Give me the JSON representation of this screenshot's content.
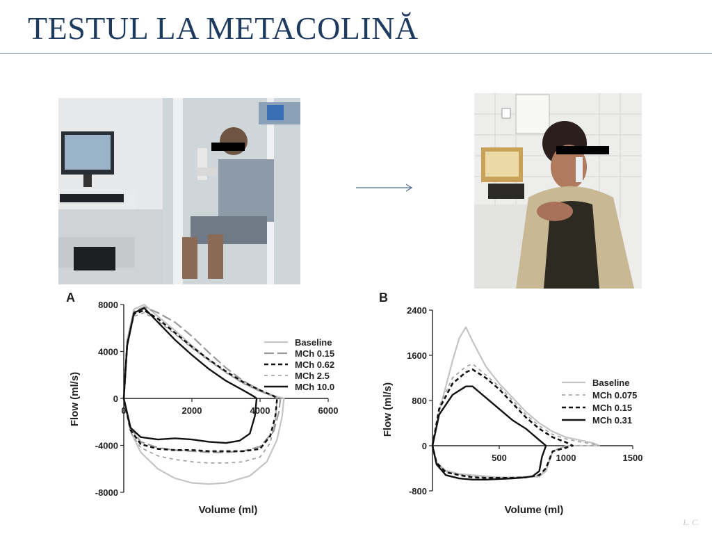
{
  "slide": {
    "title": "TESTUL LA METACOLINĂ",
    "footer": "L. C."
  },
  "photos": [
    {
      "icon": "spirometry-booth-photo"
    },
    {
      "icon": "nebulizer-patient-photo"
    }
  ],
  "colors": {
    "title": "#1f3a5f",
    "arrow": "#4f6f99",
    "series_light": "#c4c4c4",
    "series_mid": "#9a9a9a",
    "series_dark": "#111111"
  },
  "chart_data": [
    {
      "panel": "A",
      "type": "line",
      "xlabel": "Volume (ml)",
      "ylabel": "Flow (ml/s)",
      "xlim": [
        0,
        6000
      ],
      "ylim": [
        -8000,
        8000
      ],
      "xticks": [
        0,
        2000,
        4000,
        6000
      ],
      "yticks": [
        8000,
        4000,
        0,
        -4000,
        -8000
      ],
      "legend_position": "right",
      "series": [
        {
          "name": "Baseline",
          "style": "light",
          "x": [
            0,
            100,
            300,
            600,
            1000,
            1500,
            2000,
            2500,
            3000,
            3500,
            4000,
            4500,
            4700,
            4650,
            4500,
            4200,
            3700,
            3000,
            2500,
            2000,
            1500,
            1000,
            500,
            200,
            0
          ],
          "y": [
            0,
            5000,
            7600,
            8000,
            7000,
            5800,
            4500,
            3300,
            2200,
            1300,
            600,
            150,
            0,
            -1500,
            -3500,
            -5400,
            -6600,
            -7200,
            -7300,
            -7200,
            -6800,
            -6000,
            -4600,
            -2800,
            0
          ]
        },
        {
          "name": "MCh 0.15",
          "style": "dash-long",
          "x": [
            0,
            100,
            300,
            600,
            1000,
            1500,
            2000,
            2500,
            3000,
            3500,
            4000,
            4400,
            4600,
            4550,
            4400,
            4000,
            3500,
            3000,
            2500,
            2000,
            1500,
            1000,
            500,
            200,
            0
          ],
          "y": [
            0,
            4800,
            7400,
            7800,
            7300,
            6500,
            5300,
            3900,
            2600,
            1500,
            700,
            200,
            0,
            -1200,
            -2800,
            -4100,
            -4500,
            -4600,
            -4600,
            -4500,
            -4400,
            -4200,
            -3700,
            -2500,
            0
          ]
        },
        {
          "name": "MCh 0.62",
          "style": "dash-bold",
          "x": [
            0,
            100,
            300,
            600,
            1000,
            1500,
            2000,
            2500,
            3000,
            3500,
            4000,
            4400,
            4500,
            4450,
            4300,
            4000,
            3500,
            3000,
            2500,
            2000,
            1500,
            1000,
            500,
            200,
            0
          ],
          "y": [
            0,
            4600,
            7200,
            7500,
            6800,
            5600,
            4400,
            3300,
            2300,
            1400,
            700,
            200,
            0,
            -1500,
            -3200,
            -4300,
            -4500,
            -4500,
            -4500,
            -4400,
            -4400,
            -4300,
            -3900,
            -2700,
            0
          ]
        },
        {
          "name": "MCh 2.5",
          "style": "dash-small",
          "x": [
            0,
            100,
            300,
            600,
            1000,
            1500,
            2000,
            2500,
            3000,
            3500,
            4000,
            4400,
            4500,
            4450,
            4300,
            4000,
            3500,
            3000,
            2500,
            2000,
            1500,
            1000,
            500,
            200,
            0
          ],
          "y": [
            0,
            4500,
            7000,
            7300,
            6600,
            5500,
            4300,
            3200,
            2200,
            1300,
            600,
            150,
            0,
            -1800,
            -3800,
            -5000,
            -5400,
            -5500,
            -5500,
            -5400,
            -5200,
            -4900,
            -4200,
            -2900,
            0
          ]
        },
        {
          "name": "MCh 10.0",
          "style": "solid-bold",
          "x": [
            0,
            100,
            300,
            600,
            1000,
            1500,
            2000,
            2500,
            3000,
            3500,
            3800,
            3900,
            3850,
            3700,
            3400,
            3000,
            2500,
            2000,
            1500,
            1000,
            500,
            200,
            0
          ],
          "y": [
            0,
            4500,
            7300,
            7700,
            6500,
            5000,
            3700,
            2500,
            1500,
            700,
            200,
            0,
            -1500,
            -3000,
            -3600,
            -3800,
            -3700,
            -3500,
            -3400,
            -3500,
            -3300,
            -2500,
            0
          ]
        }
      ]
    },
    {
      "panel": "B",
      "type": "line",
      "xlabel": "Volume (ml)",
      "ylabel": "Flow (ml/s)",
      "xlim": [
        0,
        1500
      ],
      "ylim": [
        -800,
        2400
      ],
      "xticks": [
        500,
        1000,
        1500
      ],
      "yticks": [
        2400,
        1600,
        800,
        0,
        -800
      ],
      "legend_position": "right",
      "series": [
        {
          "name": "Baseline",
          "style": "light",
          "x": [
            0,
            50,
            150,
            200,
            250,
            300,
            400,
            500,
            600,
            700,
            800,
            900,
            1000,
            1100,
            1200,
            1250,
            1000,
            900,
            850,
            800,
            700,
            600,
            500,
            400,
            300,
            200,
            100,
            30,
            0
          ],
          "y": [
            0,
            600,
            1500,
            1900,
            2100,
            1850,
            1400,
            1100,
            850,
            600,
            400,
            250,
            150,
            100,
            50,
            0,
            0,
            -100,
            -450,
            -550,
            -550,
            -560,
            -560,
            -540,
            -520,
            -500,
            -440,
            -300,
            0
          ]
        },
        {
          "name": "MCh 0.075",
          "style": "dash-small",
          "x": [
            0,
            50,
            150,
            250,
            300,
            400,
            500,
            600,
            700,
            800,
            900,
            1000,
            1100,
            1200,
            1250,
            1000,
            900,
            850,
            800,
            700,
            600,
            500,
            400,
            300,
            200,
            100,
            30,
            0
          ],
          "y": [
            0,
            700,
            1200,
            1400,
            1450,
            1250,
            1050,
            800,
            550,
            350,
            200,
            120,
            70,
            30,
            0,
            0,
            -100,
            -420,
            -520,
            -560,
            -570,
            -570,
            -560,
            -540,
            -510,
            -460,
            -300,
            0
          ]
        },
        {
          "name": "MCh 0.15",
          "style": "dash-bold",
          "x": [
            0,
            50,
            150,
            250,
            300,
            400,
            500,
            600,
            700,
            800,
            900,
            1000,
            1050,
            900,
            850,
            800,
            700,
            600,
            500,
            400,
            300,
            200,
            100,
            30,
            0
          ],
          "y": [
            0,
            650,
            1100,
            1300,
            1350,
            1200,
            1000,
            750,
            500,
            300,
            150,
            60,
            0,
            -100,
            -400,
            -520,
            -560,
            -570,
            -570,
            -570,
            -560,
            -520,
            -470,
            -300,
            0
          ]
        },
        {
          "name": "MCh 0.31",
          "style": "solid-bold",
          "x": [
            0,
            50,
            150,
            250,
            300,
            400,
            500,
            600,
            700,
            800,
            850,
            820,
            800,
            750,
            700,
            600,
            500,
            400,
            300,
            200,
            100,
            30,
            0
          ],
          "y": [
            0,
            550,
            900,
            1050,
            1050,
            850,
            650,
            450,
            300,
            100,
            0,
            -200,
            -450,
            -540,
            -560,
            -580,
            -590,
            -600,
            -600,
            -580,
            -520,
            -330,
            0
          ]
        }
      ]
    }
  ]
}
